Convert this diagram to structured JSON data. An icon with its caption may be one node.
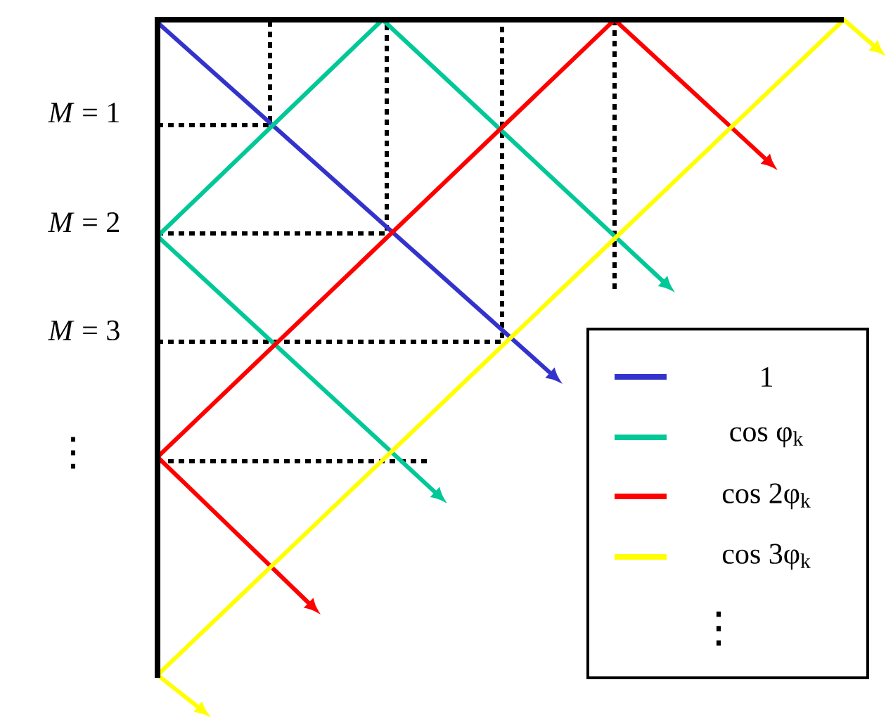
{
  "diagram": {
    "labels": [
      "*M* = 1",
      "*M* = 2",
      "*M* = 3",
      "⋮"
    ],
    "legend": [
      {
        "text": "1",
        "color": "#3333cc"
      },
      {
        "text": "cos φ$_{k}$",
        "color": "#00c896"
      },
      {
        "text": "cos 2φ$_{k}$",
        "color": "#ff0000"
      },
      {
        "text": "cos 3φ$_{k}$",
        "color": "#ffff00"
      },
      {
        "text": "⋮"
      }
    ]
  }
}
